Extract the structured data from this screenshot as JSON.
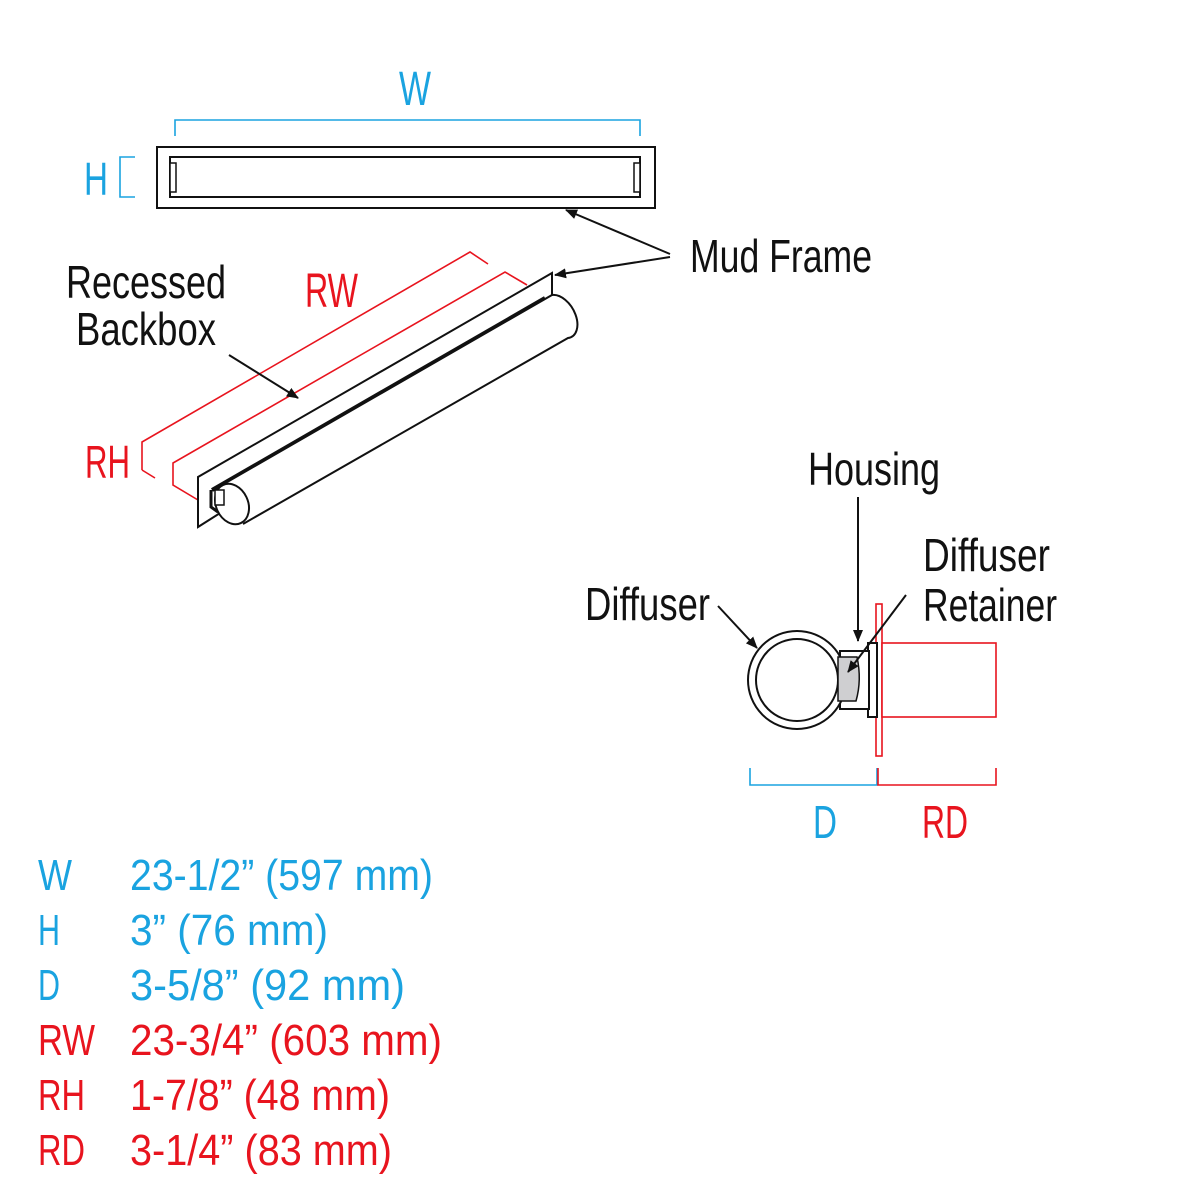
{
  "labels": {
    "w": "W",
    "h": "H",
    "rw": "RW",
    "rh": "RH",
    "d": "D",
    "rd": "RD",
    "mud_frame": "Mud Frame",
    "recessed_backbox_line1": "Recessed",
    "recessed_backbox_line2": "Backbox",
    "housing": "Housing",
    "diffuser_retainer_line1": "Diffuser",
    "diffuser_retainer_line2": "Retainer",
    "diffuser": "Diffuser"
  },
  "dimensions": [
    {
      "key": "W",
      "value": "23-1/2” (597 mm)"
    },
    {
      "key": "H",
      "value": "3” (76 mm)"
    },
    {
      "key": "D",
      "value": "3-5/8” (92 mm)"
    },
    {
      "key": "RW",
      "value": "23-3/4” (603 mm)"
    },
    {
      "key": "RH",
      "value": "1-7/8” (48 mm)"
    },
    {
      "key": "RD",
      "value": "3-1/4” (83 mm)"
    }
  ],
  "colors": {
    "fixture_dim": "#1aa3e0",
    "recess_dim": "#e8141e",
    "line": "#111111",
    "retainer": "#cfcfd1"
  }
}
